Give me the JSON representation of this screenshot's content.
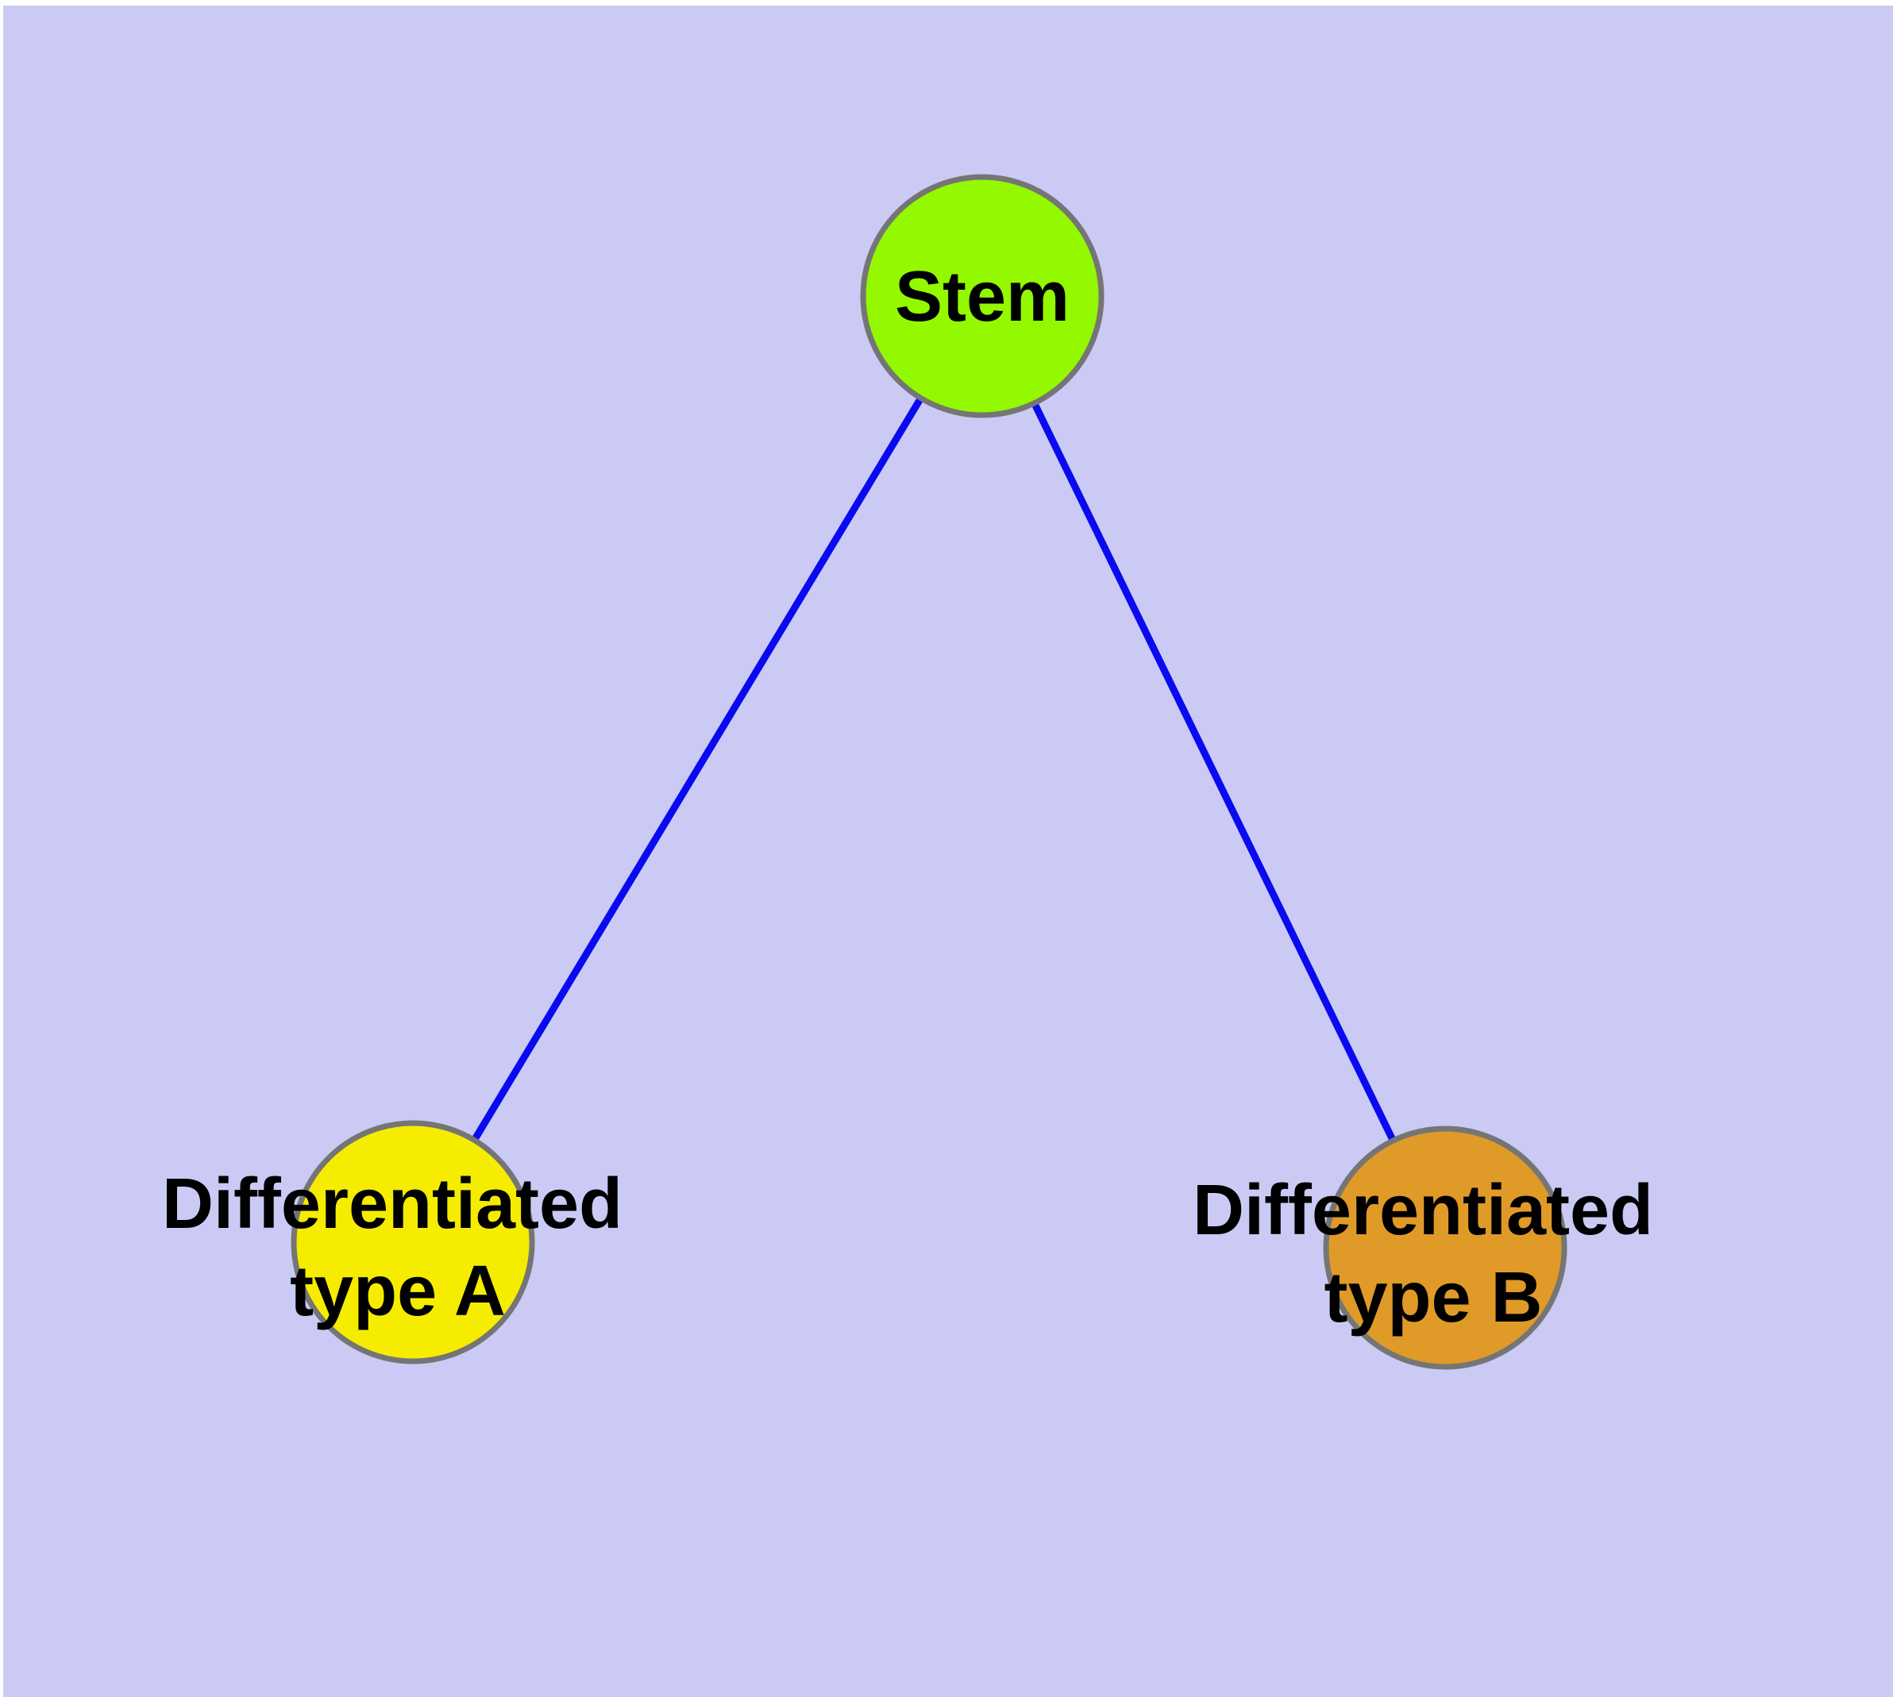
{
  "page": {
    "margin_color": "#ffffff"
  },
  "diagram": {
    "type": "graph",
    "background_color": "#cacaf5",
    "edge_color": "#0a0af0",
    "node_border_color": "#757575",
    "text_color": "#000000",
    "nodes": [
      {
        "id": "stem",
        "label": "Stem",
        "color": "#93f800"
      },
      {
        "id": "differentiated-type-a",
        "label": "Differentiated type A",
        "label_line1": "Differentiated",
        "label_line2": "type A",
        "color": "#f6ec00"
      },
      {
        "id": "differentiated-type-b",
        "label": "Differentiated type B",
        "label_line1": "Differentiated",
        "label_line2": "type B",
        "color": "#e09a28"
      }
    ],
    "edges": [
      {
        "from": "Stem",
        "to": "Differentiated type A"
      },
      {
        "from": "Stem",
        "to": "Differentiated type B"
      }
    ]
  }
}
